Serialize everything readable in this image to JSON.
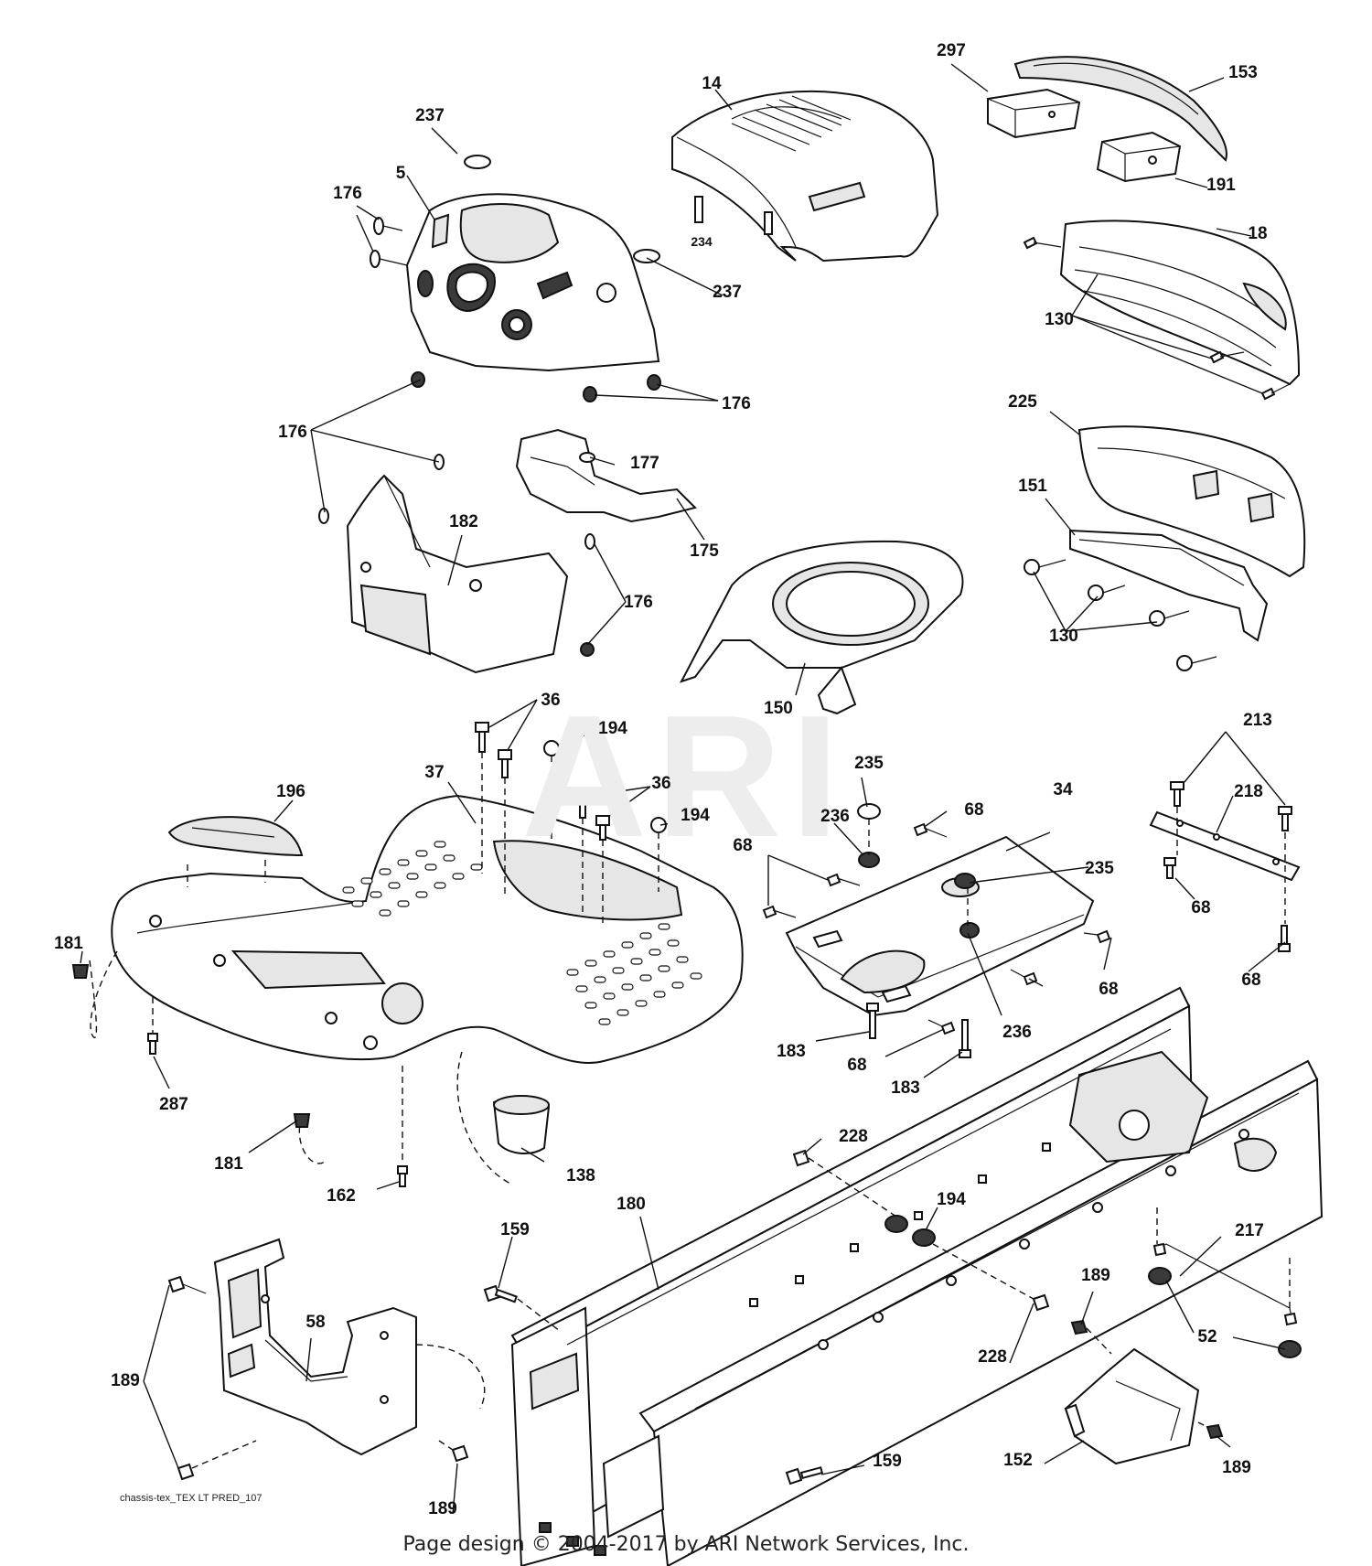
{
  "watermark": "ARI",
  "diagram_id": "chassis-tex_TEX LT PRED_107",
  "footer": "Page design © 2004-2017 by ARI Network Services, Inc.",
  "callouts": {
    "c14": "14",
    "c297": "297",
    "c153": "153",
    "c191": "191",
    "c18": "18",
    "c237a": "237",
    "c237b": "237",
    "c5": "5",
    "c176a": "176",
    "c234": "234",
    "c130a": "130",
    "c176b": "176",
    "c176c": "176",
    "c177": "177",
    "c175": "175",
    "c182": "182",
    "c176d": "176",
    "c225": "225",
    "c151": "151",
    "c130b": "130",
    "c150": "150",
    "c36a": "36",
    "c194a": "194",
    "c36b": "36",
    "c37": "37",
    "c196": "196",
    "c194b": "194",
    "c235a": "235",
    "c236a": "236",
    "c68a": "68",
    "c34": "34",
    "c213": "213",
    "c218": "218",
    "c68b": "68",
    "c235b": "235",
    "c68c": "68",
    "c68d": "68",
    "c68e": "68",
    "c181a": "181",
    "c287": "287",
    "c236b": "236",
    "c183a": "183",
    "c68f": "68",
    "c183b": "183",
    "c181b": "181",
    "c228a": "228",
    "c138": "138",
    "c162": "162",
    "c194c": "194",
    "c180": "180",
    "c159a": "159",
    "c217": "217",
    "c58": "58",
    "c189a": "189",
    "c189b": "189",
    "c52": "52",
    "c228b": "228",
    "c152": "152",
    "c159b": "159",
    "c189c": "189",
    "c189d": "189"
  }
}
